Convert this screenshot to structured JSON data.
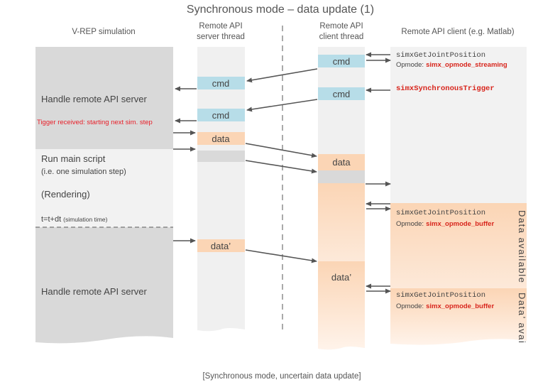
{
  "title": "Synchronous mode – data update (1)",
  "columns": {
    "vrep": "V-REP simulation",
    "server_line1": "Remote API",
    "server_line2": "server thread",
    "client_line1": "Remote API",
    "client_line2": "client thread",
    "api_client": "Remote API client (e.g. Matlab)"
  },
  "vrep": {
    "handle1": "Handle remote API server",
    "trigger_received": "Tigger received: starting next sim. step",
    "run_main": "Run main script",
    "run_main_sub": "(i.e. one simulation step)",
    "rendering": "(Rendering)",
    "time_main": "t=t+dt",
    "time_sub": "(simulation time)",
    "handle2": "Handle remote API server"
  },
  "server": {
    "cmd1": "cmd",
    "cmd2": "cmd",
    "data": "data",
    "data_prime": "data’"
  },
  "client": {
    "cmd1": "cmd",
    "cmd2": "cmd",
    "data": "data",
    "data_prime": "data’"
  },
  "api": {
    "call1": "simxGetJointPosition",
    "opmode_label": "Opmode:",
    "op_streaming": "simx_opmode_streaming",
    "trigger": "simxSynchronousTrigger",
    "call2": "simxGetJointPosition",
    "op_buffer1": "simx_opmode_buffer",
    "call3": "simxGetJointPosition",
    "op_buffer2": "simx_opmode_buffer",
    "data_available": "Data available",
    "data_prime_available": "Data’ avai"
  },
  "caption": "[Synchronous mode, uncertain data update]",
  "colors": {
    "vrep_dark": "#d9d9d9",
    "vrep_light": "#f2f2f2",
    "thread": "#f0f0f0",
    "cmd_box": "#b7dde8",
    "data_box": "#fbd5b5",
    "grey_box": "#d9d9d9",
    "arrow": "#555555",
    "red": "#d8261d"
  }
}
